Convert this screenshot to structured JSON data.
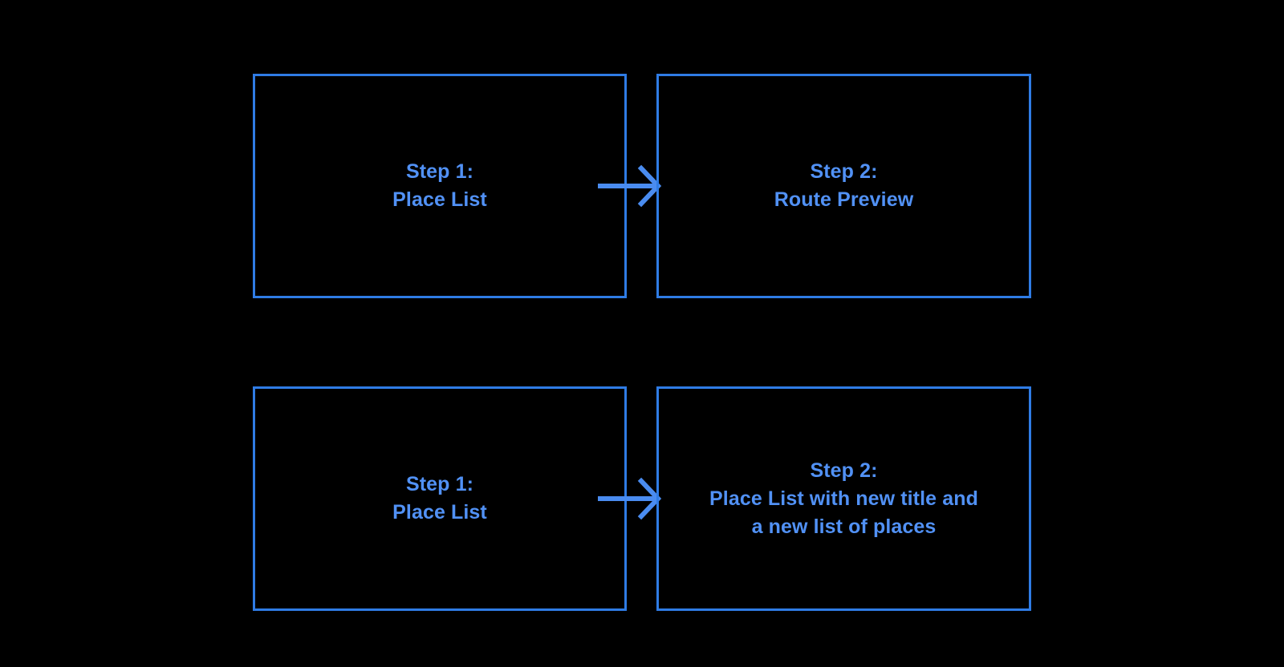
{
  "diagram": {
    "background_color": "#000000",
    "box_border_color": "#2f7ce5",
    "text_color": "#5191f5",
    "arrow_color": "#4a8cf0",
    "rows": [
      {
        "id": "row-top",
        "boxes": [
          {
            "id": "top-step-1",
            "label": "Step 1:\nPlace List"
          },
          {
            "id": "top-step-2",
            "label": "Step 2:\nRoute Preview"
          }
        ],
        "connector": {
          "icon": "arrow-right-icon",
          "from": "top-step-1",
          "to": "top-step-2"
        }
      },
      {
        "id": "row-bottom",
        "boxes": [
          {
            "id": "bottom-step-1",
            "label": "Step 1:\nPlace List"
          },
          {
            "id": "bottom-step-2",
            "label": "Step 2:\nPlace List with new title and\na new list of places"
          }
        ],
        "connector": {
          "icon": "arrow-right-icon",
          "from": "bottom-step-1",
          "to": "bottom-step-2"
        }
      }
    ]
  }
}
